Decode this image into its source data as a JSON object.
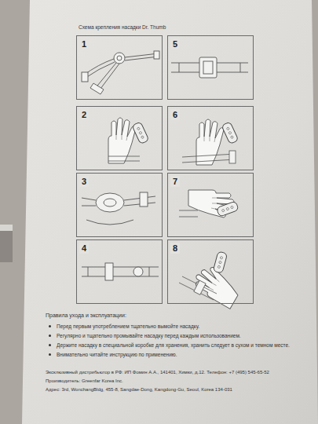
{
  "diagram": {
    "title": "Схема крепления насадки Dr. Thumb",
    "nodes": [
      {
        "text": [
          "1"
        ]
      },
      {
        "text": [
          "2"
        ]
      },
      {
        "text": [
          "3"
        ]
      },
      {
        "text": [
          "4"
        ]
      },
      {
        "text": [
          "5"
        ]
      },
      {
        "text": [
          "6"
        ]
      },
      {
        "text": [
          "7"
        ]
      },
      {
        "text": [
          "8"
        ]
      }
    ],
    "labels": [
      "Правила ухода и эксплуатации:",
      "Перед первым употреблением тщательно вымойте насадку.",
      "Регулярно и тщательно промывайте насадку перед каждым использованием.",
      "Держите насадку в специальной коробке для хранения, хранить следует в сухом и темном месте.",
      "Внимательно читайте инструкцию по применению.",
      "Эксклюзивный дистрибьютор в РФ: ИП Фомин А.А., 141401, Химки, д.12. Телефон: +7 (495) 545-65-52",
      "Производитель: Greenfar Korea Inc.",
      "Адрес: 3rd, WonchangBldg, 455-8, Sangdae-Dong, Kangdong-Gu, Seoul, Korea 134-031"
    ]
  }
}
